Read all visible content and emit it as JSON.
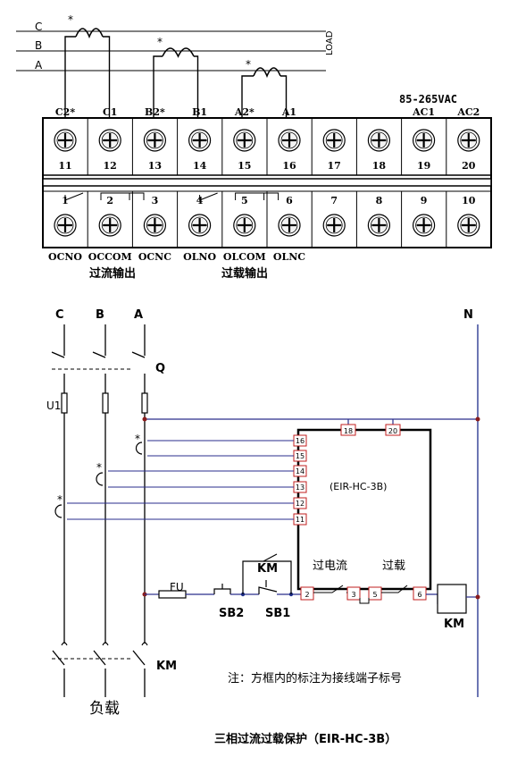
{
  "top": {
    "phases": [
      "C",
      "B",
      "A"
    ],
    "load_label": "LOAD",
    "supply_label": "85-265VAC",
    "ct_terminal_labels": [
      "C2*",
      "C1",
      "B2*",
      "B1",
      "A2*",
      "A1",
      "",
      "",
      "AC1",
      "AC2"
    ],
    "top_numbers": [
      "11",
      "12",
      "13",
      "14",
      "15",
      "16",
      "17",
      "18",
      "19",
      "20"
    ],
    "bottom_numbers": [
      "1",
      "2",
      "3",
      "4",
      "5",
      "6",
      "7",
      "8",
      "9",
      "10"
    ],
    "relay_pin_labels": [
      "OCNO",
      "OCCOM",
      "OCNC",
      "OLNO",
      "OLCOM",
      "OLNC"
    ],
    "overcurrent_output": "过流输出",
    "overload_output": "过载输出"
  },
  "bottom": {
    "phases": [
      "C",
      "B",
      "A"
    ],
    "neutral": "N",
    "breaker": "Q",
    "fuse_u": "U1",
    "fu": "FU",
    "sb2": "SB2",
    "sb1": "SB1",
    "km": "KM",
    "km_coil": "KM",
    "km_contact": "KM",
    "device": "(EIR-HC-3B)",
    "box_terminals_left": [
      "16",
      "15",
      "14",
      "13",
      "12",
      "11"
    ],
    "box_terminals_top": [
      "18",
      "20"
    ],
    "box_terminals_bottom": [
      "2",
      "3",
      "5",
      "6"
    ],
    "overcurrent": "过电流",
    "overload": "过载",
    "note": "注：方框内的标注为接线端子标号",
    "load": "负载",
    "star": "*"
  },
  "caption": "三相过流过载保护（EIR-HC-3B）"
}
